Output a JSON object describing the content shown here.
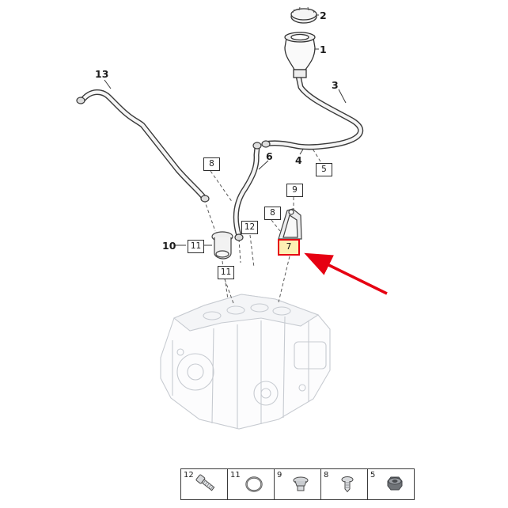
{
  "diagram": {
    "callouts": [
      {
        "id": "2"
      },
      {
        "id": "1"
      },
      {
        "id": "3"
      },
      {
        "id": "13"
      },
      {
        "id": "8"
      },
      {
        "id": "6"
      },
      {
        "id": "4"
      },
      {
        "id": "5"
      },
      {
        "id": "9"
      },
      {
        "id": "8"
      },
      {
        "id": "12"
      },
      {
        "id": "10"
      },
      {
        "id": "11"
      },
      {
        "id": "7"
      },
      {
        "id": "11"
      }
    ],
    "highlight": {
      "label": "7",
      "box_border_color": "#e60012",
      "box_fill_color": "#fdf0b4",
      "arrow_color": "#e60012"
    }
  },
  "legend": {
    "items": [
      {
        "number": "12",
        "icon": "flange-bolt-icon"
      },
      {
        "number": "11",
        "icon": "o-ring-icon"
      },
      {
        "number": "9",
        "icon": "plug-screw-icon"
      },
      {
        "number": "8",
        "icon": "pan-head-screw-icon"
      },
      {
        "number": "5",
        "icon": "flange-nut-icon"
      }
    ]
  }
}
